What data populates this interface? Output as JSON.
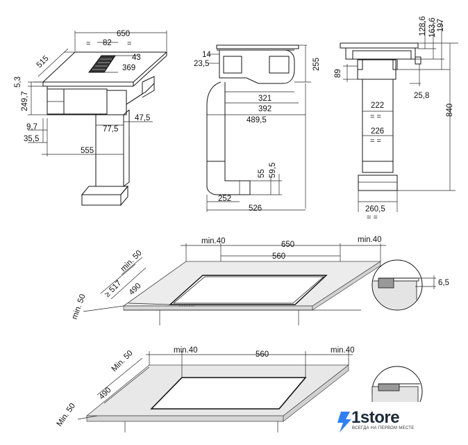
{
  "view1": {
    "d650": "650",
    "d82": "82",
    "d515": "515",
    "d43": "43",
    "d369": "369",
    "d5_3": "5,3",
    "d249_7": "249,7",
    "d9_7": "9,7",
    "d35_5": "35,5",
    "d77_5": "77,5",
    "d47_5": "47,5",
    "d555": "555"
  },
  "view2": {
    "d14": "14",
    "d23_5": "23,5",
    "d255": "255",
    "d321": "321",
    "d392": "392",
    "d489_5": "489,5",
    "d55": "55",
    "d59_5": "59,5",
    "d252": "252",
    "d526": "526"
  },
  "view3": {
    "d128_6": "128,6",
    "d163_6": "163,6",
    "d197": "197",
    "d89": "89",
    "d25_8": "25,8",
    "d222": "222",
    "d226": "226",
    "d840": "840",
    "d260_5": "260,5"
  },
  "install1": {
    "min40_left": "min.40",
    "width": "650",
    "min40_right": "min.40",
    "cutout": "560",
    "min50_top": "min. 50",
    "gte517": "≥ 517",
    "d490": "490",
    "min50_left": "min. 50",
    "edge": "6,5"
  },
  "install2": {
    "min40_left": "min.40",
    "cutout": "560",
    "min40_right": "min.40",
    "min50_top": "Min. 50",
    "d490": "490",
    "min50_left": "Min. 50"
  },
  "brand": {
    "name": "1store",
    "tagline": "ВСЕГДА НА ПЕРВОМ МЕСТЕ",
    "accent": "#2d7ff9"
  }
}
